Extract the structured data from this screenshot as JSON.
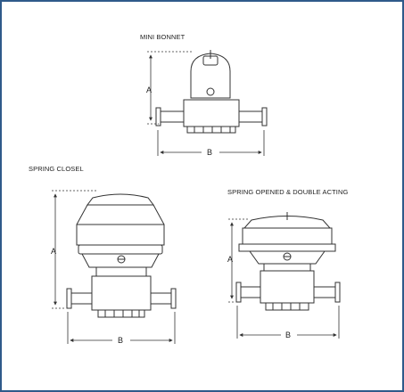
{
  "captions": {
    "mini_bonnet": "MINI BONNET",
    "spring_closed": "SPRING CLOSEL",
    "spring_opened": "SPRING OPENED & DOUBLE ACTING"
  },
  "dimensions": {
    "height_label": "A",
    "width_label": "B"
  },
  "colors": {
    "frame_border": "#2f5a8a",
    "line": "#333333",
    "fill": "#ffffff"
  }
}
